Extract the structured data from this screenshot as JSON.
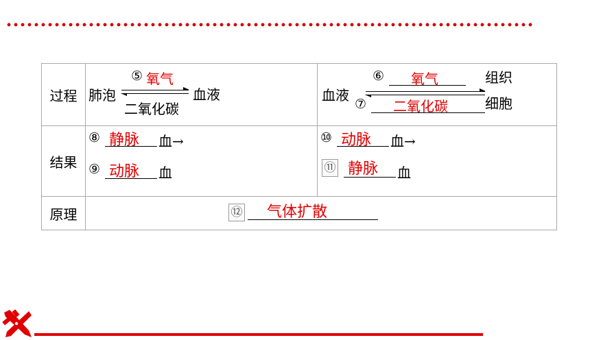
{
  "table": {
    "rows": [
      {
        "label": "过程",
        "left": {
          "prefix": "肺泡",
          "num": "⑤",
          "over": "氧气",
          "suffix": "血液",
          "under": "二氧化碳"
        },
        "right": {
          "prefix": "血液",
          "num_top": "⑥",
          "over": "氧气",
          "num_bottom": "⑦",
          "under": "二氧化碳",
          "suffix_top": "组织",
          "suffix_bottom": "细胞"
        }
      },
      {
        "label": "结果",
        "left": {
          "line1_num": "⑧",
          "line1_answer": "静脉",
          "line1_suffix": "血→",
          "line2_num": "⑨",
          "line2_answer": "动脉",
          "line2_suffix": "血"
        },
        "right": {
          "line1_num": "⑩",
          "line1_answer": "动脉",
          "line1_suffix": "血→",
          "line2_num": "⑪",
          "line2_answer": "静脉",
          "line2_suffix": "血"
        }
      },
      {
        "label": "原理",
        "num": "⑫",
        "answer": "气体扩散"
      }
    ]
  },
  "colors": {
    "accent": "#e00000",
    "border": "#a8a8a8"
  }
}
